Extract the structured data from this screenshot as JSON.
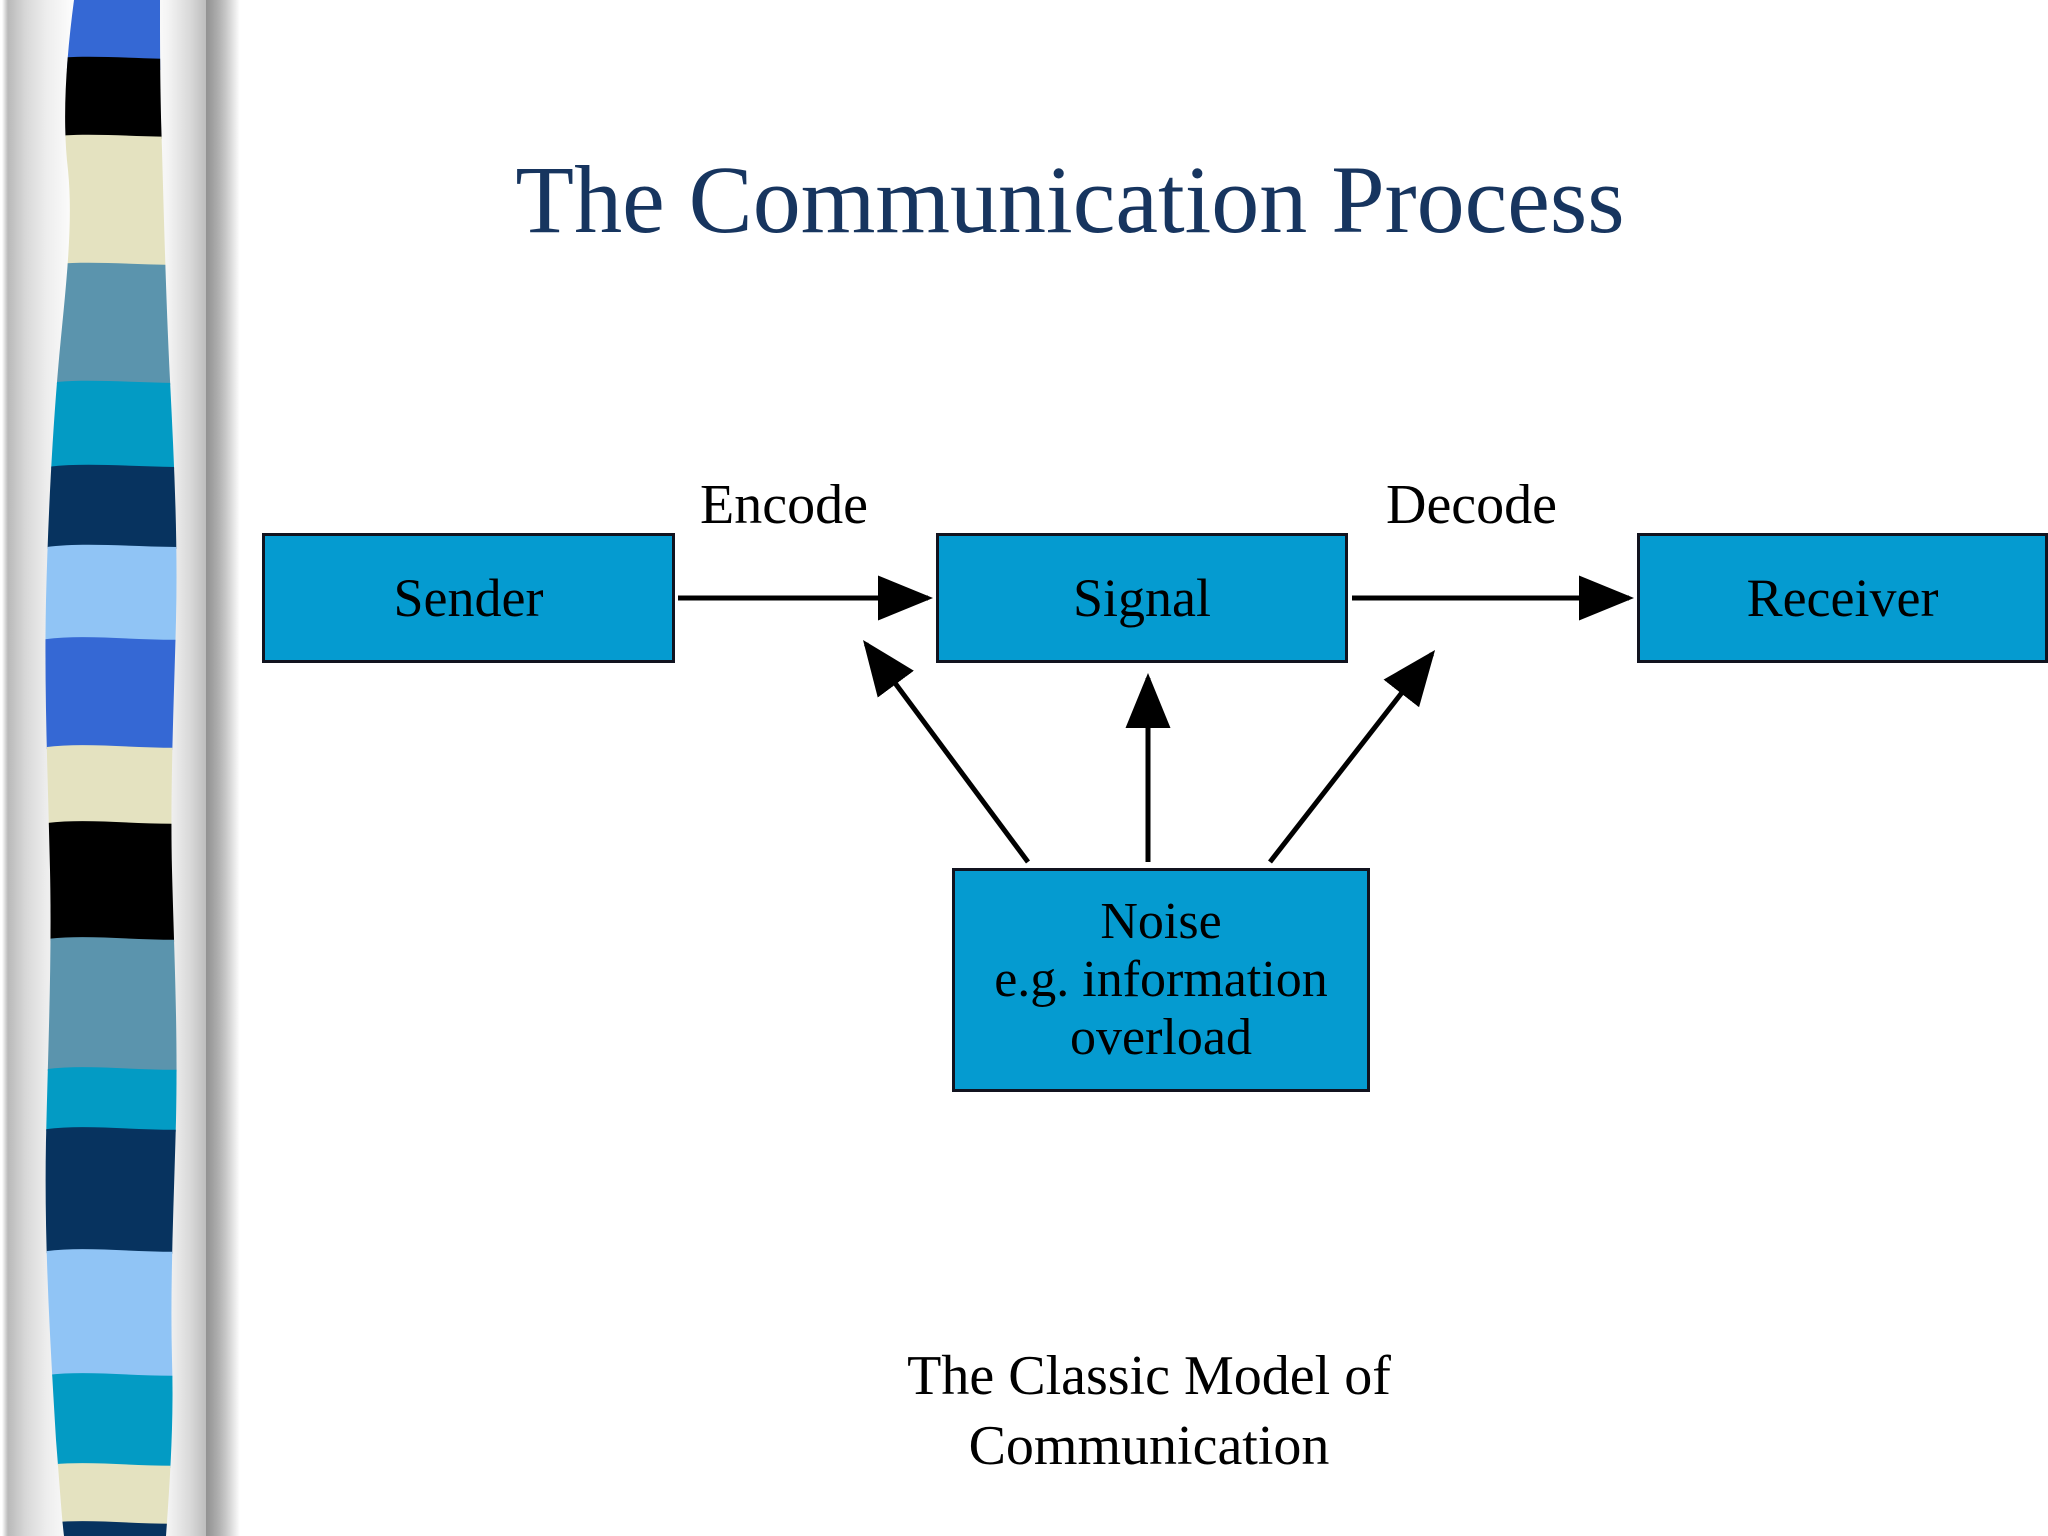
{
  "slide": {
    "title": "The Communication Process",
    "background_color": "#ffffff",
    "title_color": "#17355f"
  },
  "theme": {
    "node_fill": "#059bd0",
    "node_border": "#11131f",
    "text_color": "#000000",
    "deco_stripe_colors": [
      "#3568d4",
      "#000000",
      "#e4e2c0",
      "#5b94ad",
      "#039bc4",
      "#07335f",
      "#90c4f5",
      "#3568d4",
      "#e4e2c0",
      "#000000",
      "#5b94ad",
      "#039bc4",
      "#07335f",
      "#90c4f5",
      "#039bc4",
      "#e4e2c0",
      "#07335f"
    ]
  },
  "diagram": {
    "nodes": [
      {
        "id": "sender",
        "label": "Sender"
      },
      {
        "id": "signal",
        "label": "Signal"
      },
      {
        "id": "receiver",
        "label": "Receiver"
      },
      {
        "id": "noise",
        "label_lines": [
          "Noise",
          "e.g. information",
          "overload"
        ]
      }
    ],
    "edge_labels": {
      "encode": "Encode",
      "decode": "Decode"
    },
    "edges": [
      {
        "from": "sender",
        "to": "signal",
        "label": "Encode"
      },
      {
        "from": "signal",
        "to": "receiver",
        "label": "Decode"
      },
      {
        "from": "noise",
        "to": "sender-signal-gap",
        "label": ""
      },
      {
        "from": "noise",
        "to": "signal",
        "label": ""
      },
      {
        "from": "noise",
        "to": "signal-receiver-gap",
        "label": ""
      }
    ]
  },
  "caption": {
    "line1": "The Classic Model of",
    "line2": "Communication"
  },
  "noise": {
    "line1": "Noise",
    "line2": "e.g. information",
    "line3": "overload"
  }
}
